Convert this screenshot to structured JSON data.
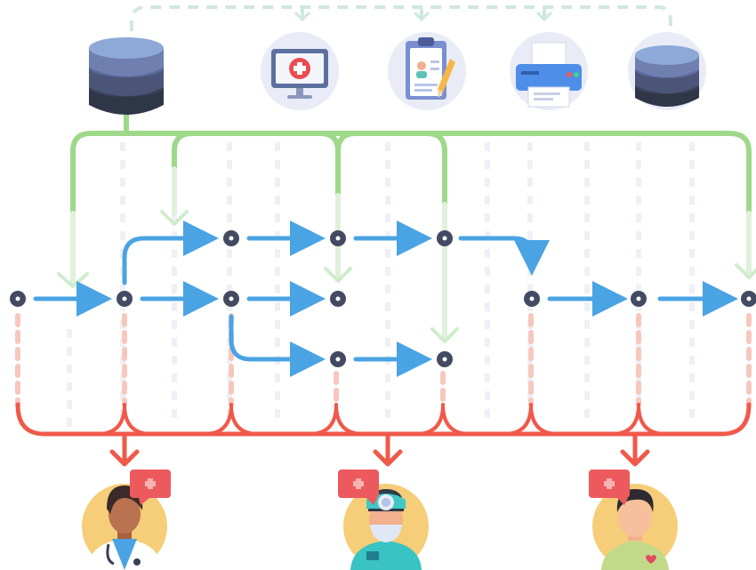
{
  "diagram": {
    "kind": "workflow",
    "colors": {
      "flow_arrow": "#4aa3e3",
      "input_line": "#9ed98a",
      "input_fade": "#cfeccc",
      "output_line": "#f0594a",
      "output_fade": "#f7c7bd",
      "top_dashed": "#cfe9dc",
      "node": "#434a62",
      "db_top": "#8ea9d8",
      "db_mid": "#6f7fb0",
      "db_low": "#4b5577",
      "db_base": "#2f3647",
      "circle_bg": "#e9ecf6",
      "skin": "#b9724f",
      "avatar_bg": "#f6cd78",
      "chat": "#ec5a5d"
    },
    "sources": [
      {
        "name": "database",
        "icon": "database-icon"
      },
      {
        "name": "medical-monitor",
        "icon": "medical-monitor-icon"
      },
      {
        "name": "medical-clipboard",
        "icon": "clipboard-icon"
      },
      {
        "name": "printer",
        "icon": "printer-icon"
      },
      {
        "name": "database-2",
        "icon": "database-icon"
      }
    ],
    "users": [
      {
        "name": "doctor",
        "icon": "doctor-avatar-icon"
      },
      {
        "name": "surgeon",
        "icon": "surgeon-avatar-icon"
      },
      {
        "name": "patient",
        "icon": "patient-avatar-icon"
      }
    ]
  }
}
